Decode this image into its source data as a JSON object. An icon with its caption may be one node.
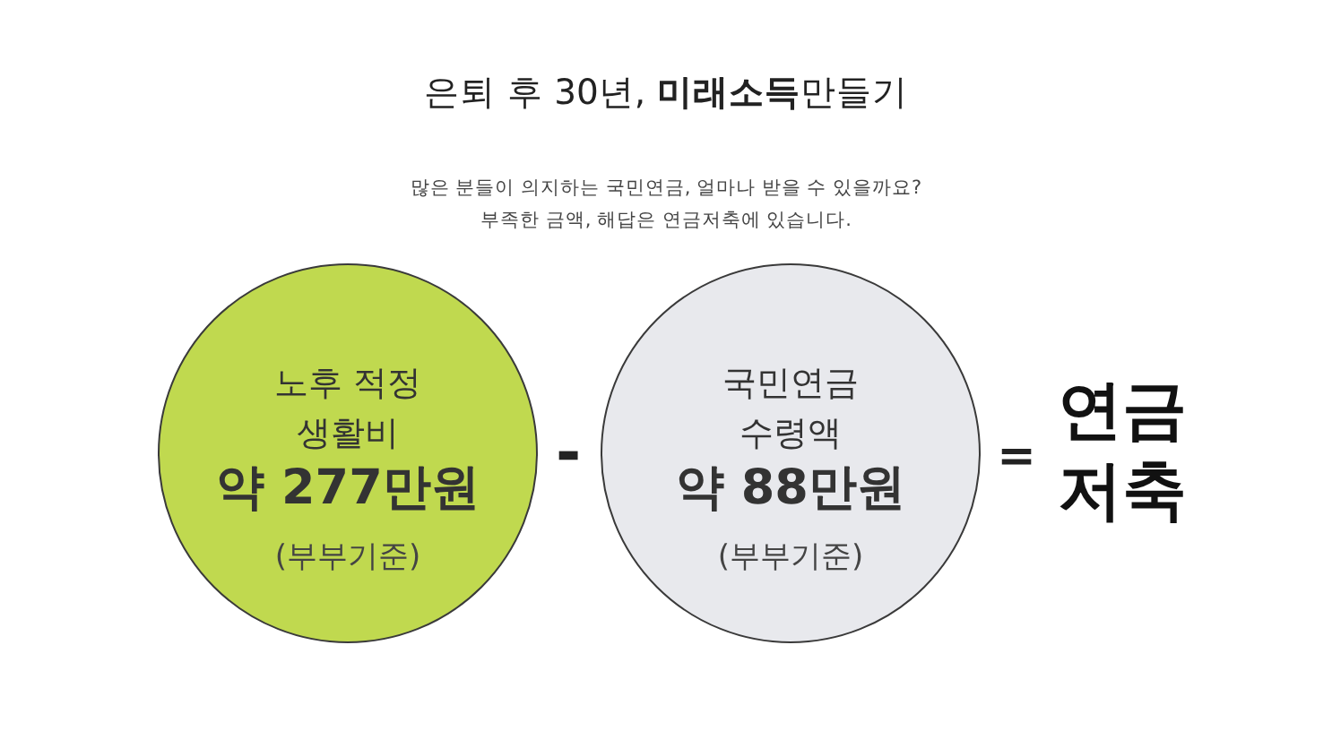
{
  "diagram": {
    "title": "은퇴 후 30년, **미래소득**만들기",
    "nodes": [
      {
        "text": [
          "노후 적정 생활비",
          "약 277만원",
          "(부부기준)"
        ]
      },
      {
        "text": [
          "국민연금 수령액",
          "약 88만원",
          "(부부기준)"
        ]
      }
    ],
    "labels": [
      "많은 분들이 의지하는 국민연금, 얼마나 받을 수 있을까요? 부족한 금액, 해답은 연금저축에 있습니다.",
      "-",
      "=",
      "연금저축"
    ]
  }
}
